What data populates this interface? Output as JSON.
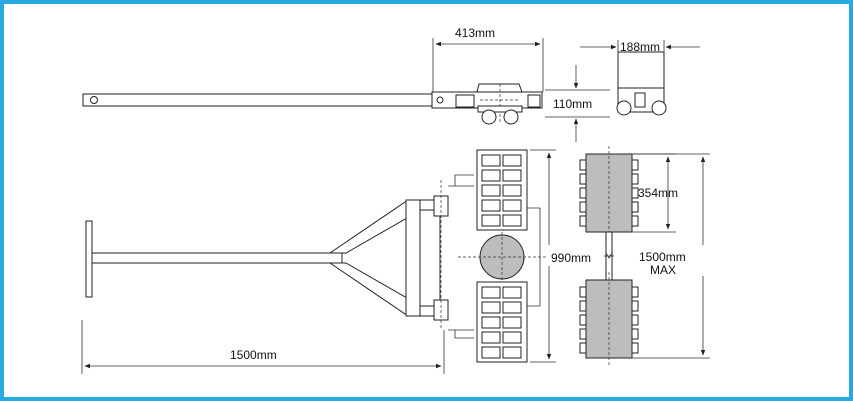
{
  "colors": {
    "border": "#29a9e1",
    "roller_fill": "#bdbdbd",
    "line": "#222222"
  },
  "dimensions": {
    "turntable_length": "413mm",
    "roller_width": "188mm",
    "height": "110mm",
    "turntable_width": "990mm",
    "roller_length": "354mm",
    "max_length_line1": "1500mm",
    "max_length_line2": "MAX",
    "handle_length": "1500mm"
  }
}
